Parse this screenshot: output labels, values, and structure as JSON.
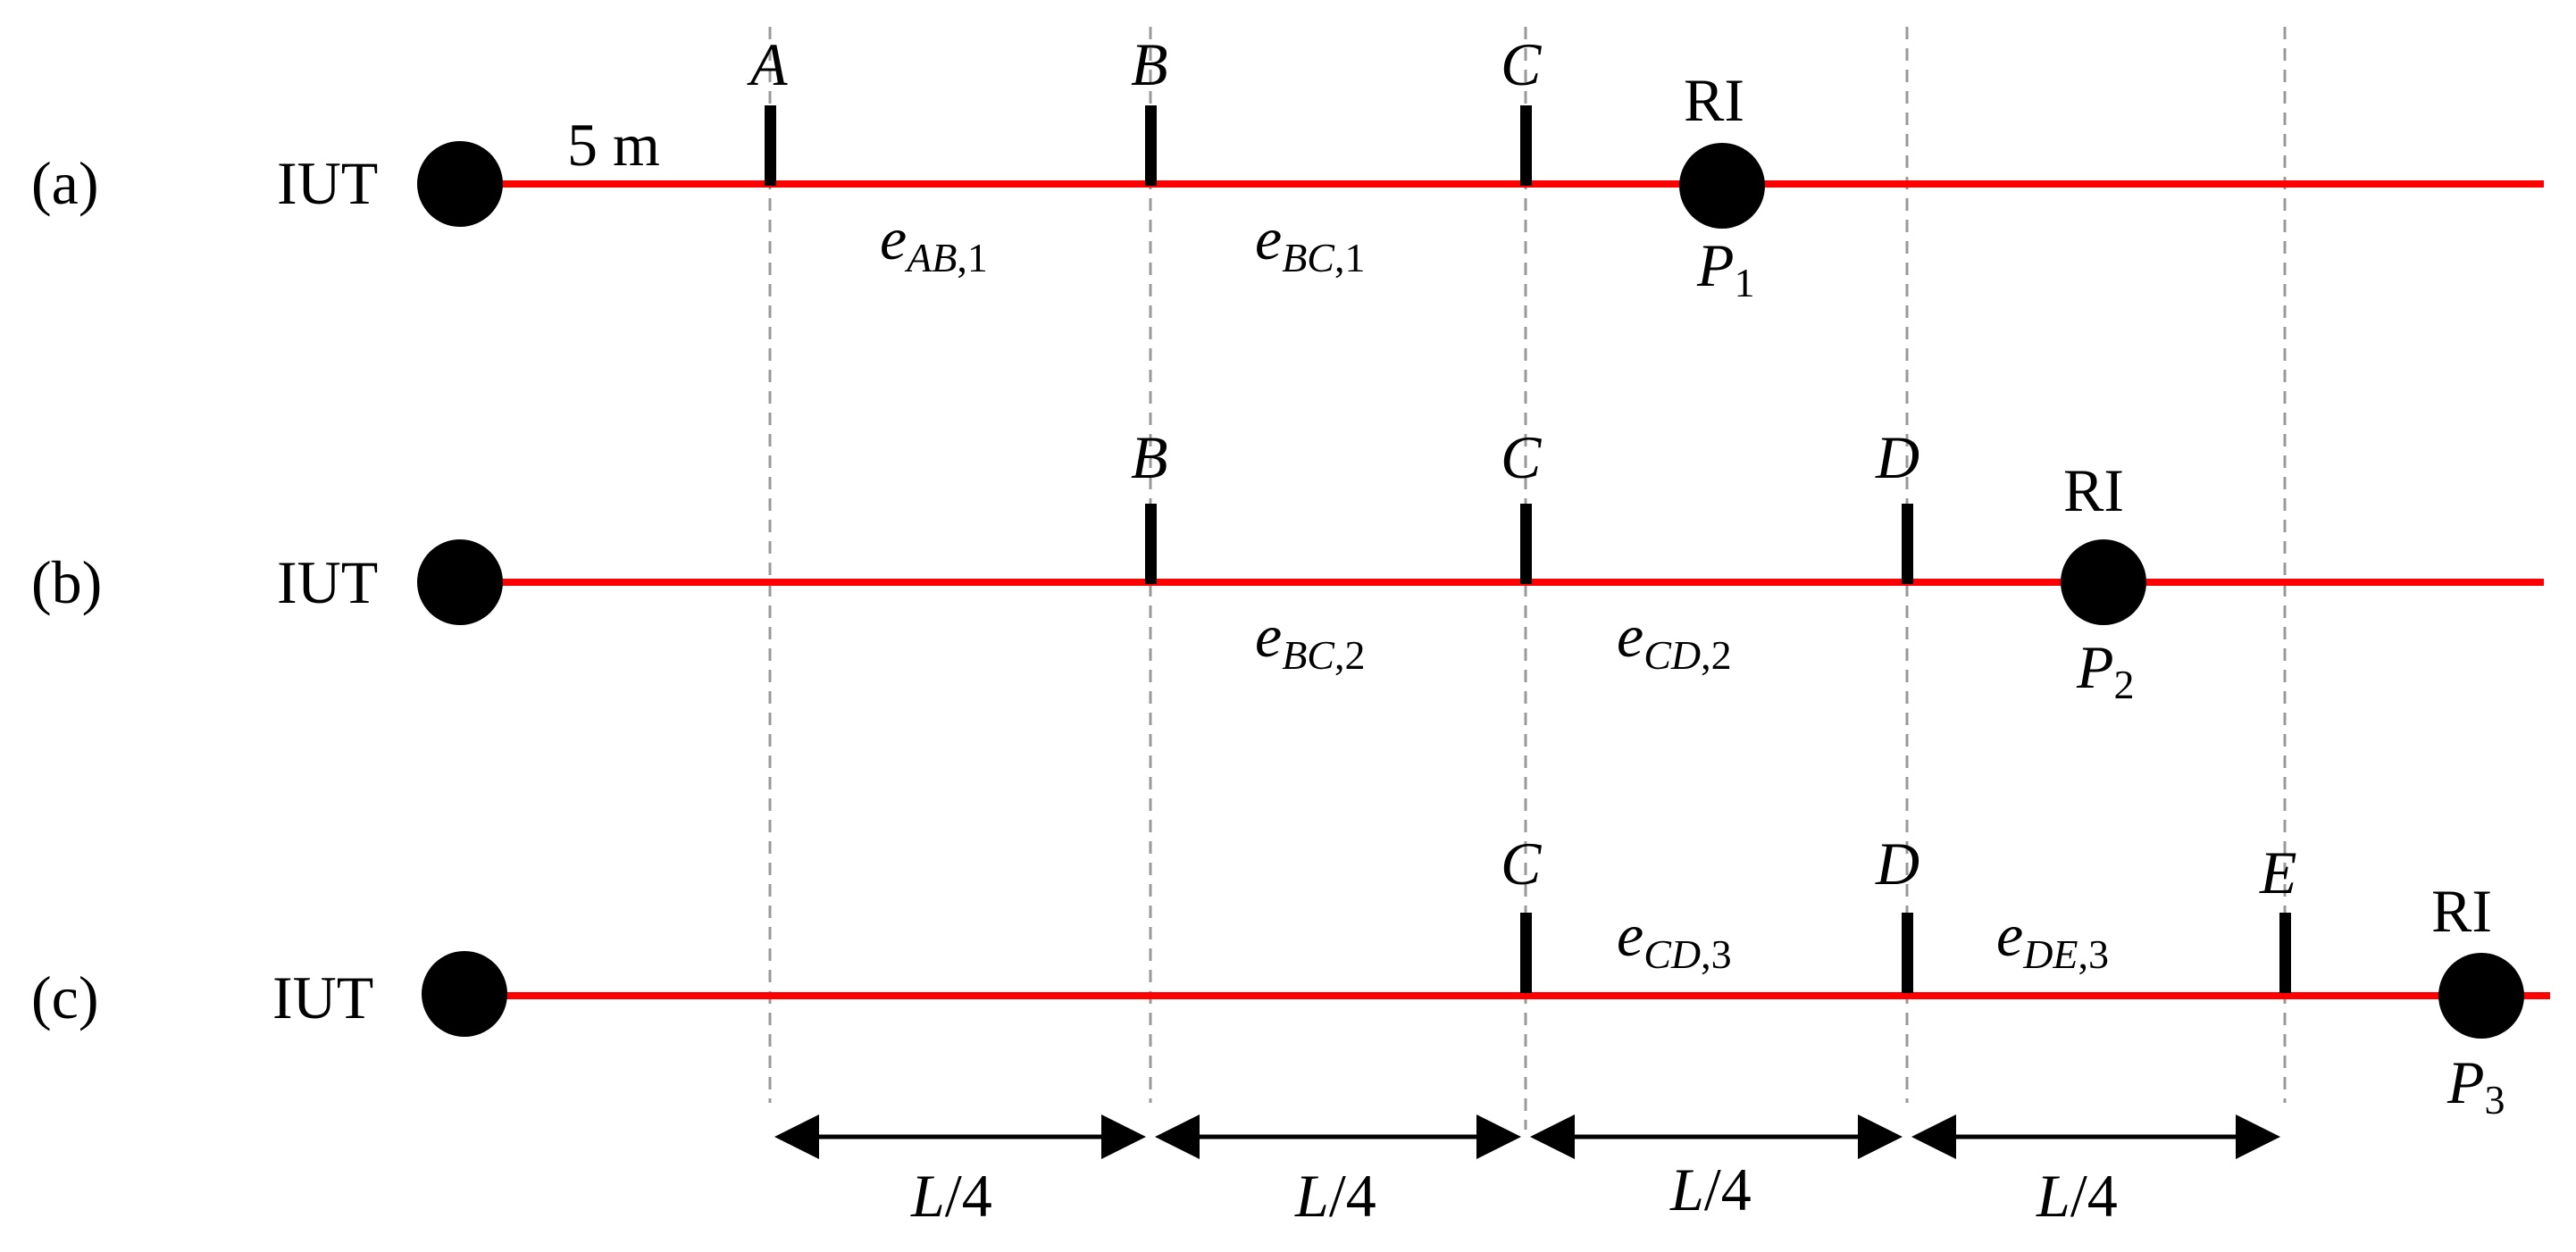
{
  "colors": {
    "line": "#ff0000",
    "node": "#000000",
    "guide": "#999999",
    "marker": "#000000"
  },
  "rows": [
    {
      "panel": "(a)",
      "start": "IUT",
      "distance_label": "5 m",
      "points": [
        "A",
        "B",
        "C"
      ],
      "segments": [
        {
          "e": "e",
          "sub": "AB",
          "idx": ",1"
        },
        {
          "e": "e",
          "sub": "BC",
          "idx": ",1"
        }
      ],
      "ri": {
        "label": "RI",
        "p": "P",
        "p_sub": "1"
      }
    },
    {
      "panel": "(b)",
      "start": "IUT",
      "points": [
        "B",
        "C",
        "D"
      ],
      "segments": [
        {
          "e": "e",
          "sub": "BC",
          "idx": ",2"
        },
        {
          "e": "e",
          "sub": "CD",
          "idx": ",2"
        }
      ],
      "ri": {
        "label": "RI",
        "p": "P",
        "p_sub": "2"
      }
    },
    {
      "panel": "(c)",
      "start": "IUT",
      "points": [
        "C",
        "D",
        "E"
      ],
      "segments": [
        {
          "e": "e",
          "sub": "CD",
          "idx": ",3"
        },
        {
          "e": "e",
          "sub": "DE",
          "idx": ",3"
        }
      ],
      "ri": {
        "label": "RI",
        "p": "P",
        "p_sub": "3"
      }
    }
  ],
  "dimension": {
    "l": "L",
    "rest": "/4"
  }
}
